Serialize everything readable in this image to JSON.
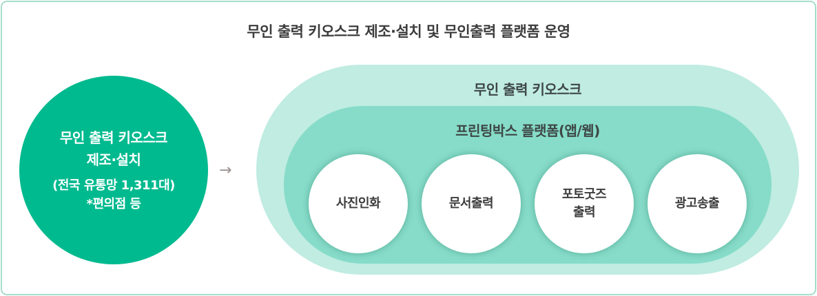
{
  "title": "무인 출력 키오스크 제조·설치 및 무인출력 플랫폼 운영",
  "left_circle": {
    "line1": "무인 출력 키오스크",
    "line2": "제조·설치",
    "line3": "(전국 유통망 1,311대)",
    "line4": "*편의점 등"
  },
  "arrow": "→",
  "outer": {
    "label": "무인 출력 키오스크"
  },
  "inner": {
    "label": "프린팅박스 플랫폼(앱/웹)"
  },
  "services": [
    {
      "line1": "사진인화"
    },
    {
      "line1": "문서출력"
    },
    {
      "line1": "포토굿즈",
      "line2": "출력"
    },
    {
      "line1": "광고송출"
    }
  ],
  "colors": {
    "primary": "#00ba8f",
    "outer": "#c0ece2",
    "inner": "#86dcc8",
    "border": "#a6dccb"
  }
}
